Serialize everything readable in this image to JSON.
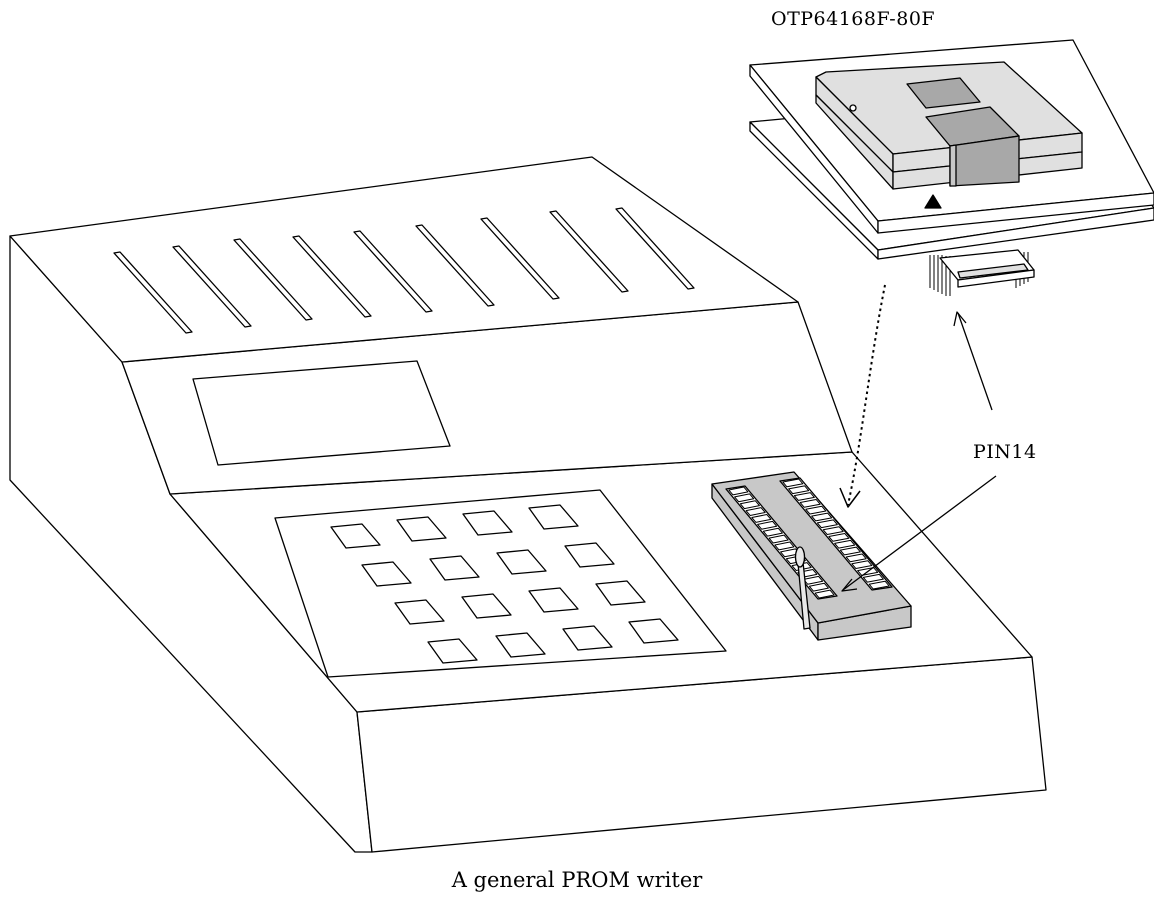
{
  "labels": {
    "adapter_part": "OTP64168F-80F",
    "pin_callout": "PIN14",
    "caption": "A general PROM writer"
  },
  "components": {
    "writer": {
      "name": "PROM writer",
      "keypad_keys": 16,
      "vent_slots": 9
    },
    "socket": {
      "name": "ZIF socket",
      "pin_rows": 2,
      "pins_per_row": 16
    },
    "adapter": {
      "name": "socket adapter board"
    }
  },
  "colors": {
    "line": "#000000",
    "fill": "#ffffff",
    "socket_gray": "#c8c8c8",
    "chip_light": "#e0e0e0",
    "chip_dark": "#a8a8a8"
  }
}
